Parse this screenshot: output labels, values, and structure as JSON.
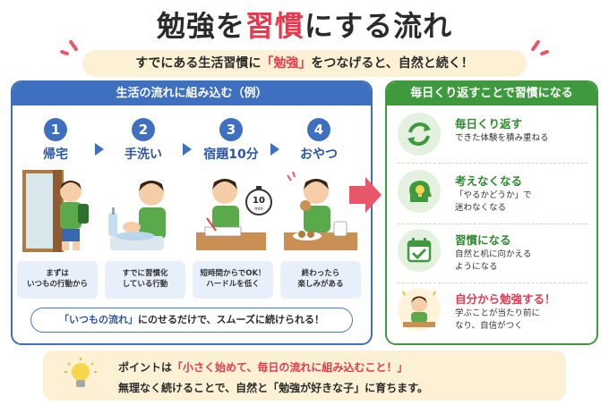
{
  "title": {
    "before": "勉強を",
    "highlight": "習慣",
    "after": "にする流れ"
  },
  "subtitle": {
    "before": "すでにある生活習慣に",
    "highlight": "「勉強」",
    "after": "をつなげると、自然と続く！"
  },
  "left_panel": {
    "header": "生活の流れに組み込む（例）",
    "steps": [
      {
        "num": "1",
        "label": "帰宅",
        "cap1": "まずは",
        "cap2": "いつもの行動から"
      },
      {
        "num": "2",
        "label": "手洗い",
        "cap1": "すでに習慣化",
        "cap2": "している行動"
      },
      {
        "num": "3",
        "label": "宿題10分",
        "cap1": "短時間からでOK！",
        "cap2": "ハードルを低く"
      },
      {
        "num": "4",
        "label": "おやつ",
        "cap1": "終わったら",
        "cap2": "楽しみがある"
      }
    ],
    "timer_value": "10",
    "timer_unit": "min",
    "bottom": {
      "highlight": "「いつもの流れ」",
      "rest": "にのせるだけで、スムーズに続けられる！"
    }
  },
  "right_panel": {
    "header": "毎日くり返すことで習慣になる",
    "items": [
      {
        "title": "毎日くり返す",
        "desc1": "できた体験を積み重ねる",
        "desc2": "",
        "icon": "cycle-arrows-icon"
      },
      {
        "title": "考えなくなる",
        "desc1": "「やるかどうか」で",
        "desc2": "迷わなくなる",
        "icon": "head-lightbulb-icon"
      },
      {
        "title": "習慣になる",
        "desc1": "自然と机に向かえる",
        "desc2": "ようになる",
        "icon": "calendar-check-icon"
      },
      {
        "title": "自分から勉強する！",
        "desc1": "学ぶことが当たり前に",
        "desc2": "なり、自信がつく",
        "icon": "studying-child-icon"
      }
    ]
  },
  "footer": {
    "line1_before": "ポイントは",
    "line1_highlight": "「小さく始めて、毎日の流れに組み込むこと！」",
    "line2": "無理なく続けることで、自然と「勉強が好きな子」に育ちます。"
  },
  "colors": {
    "accent_red": "#e33a4f",
    "blue": "#3f6fbf",
    "green": "#3f9a3f",
    "cream": "#fdf1d5"
  }
}
